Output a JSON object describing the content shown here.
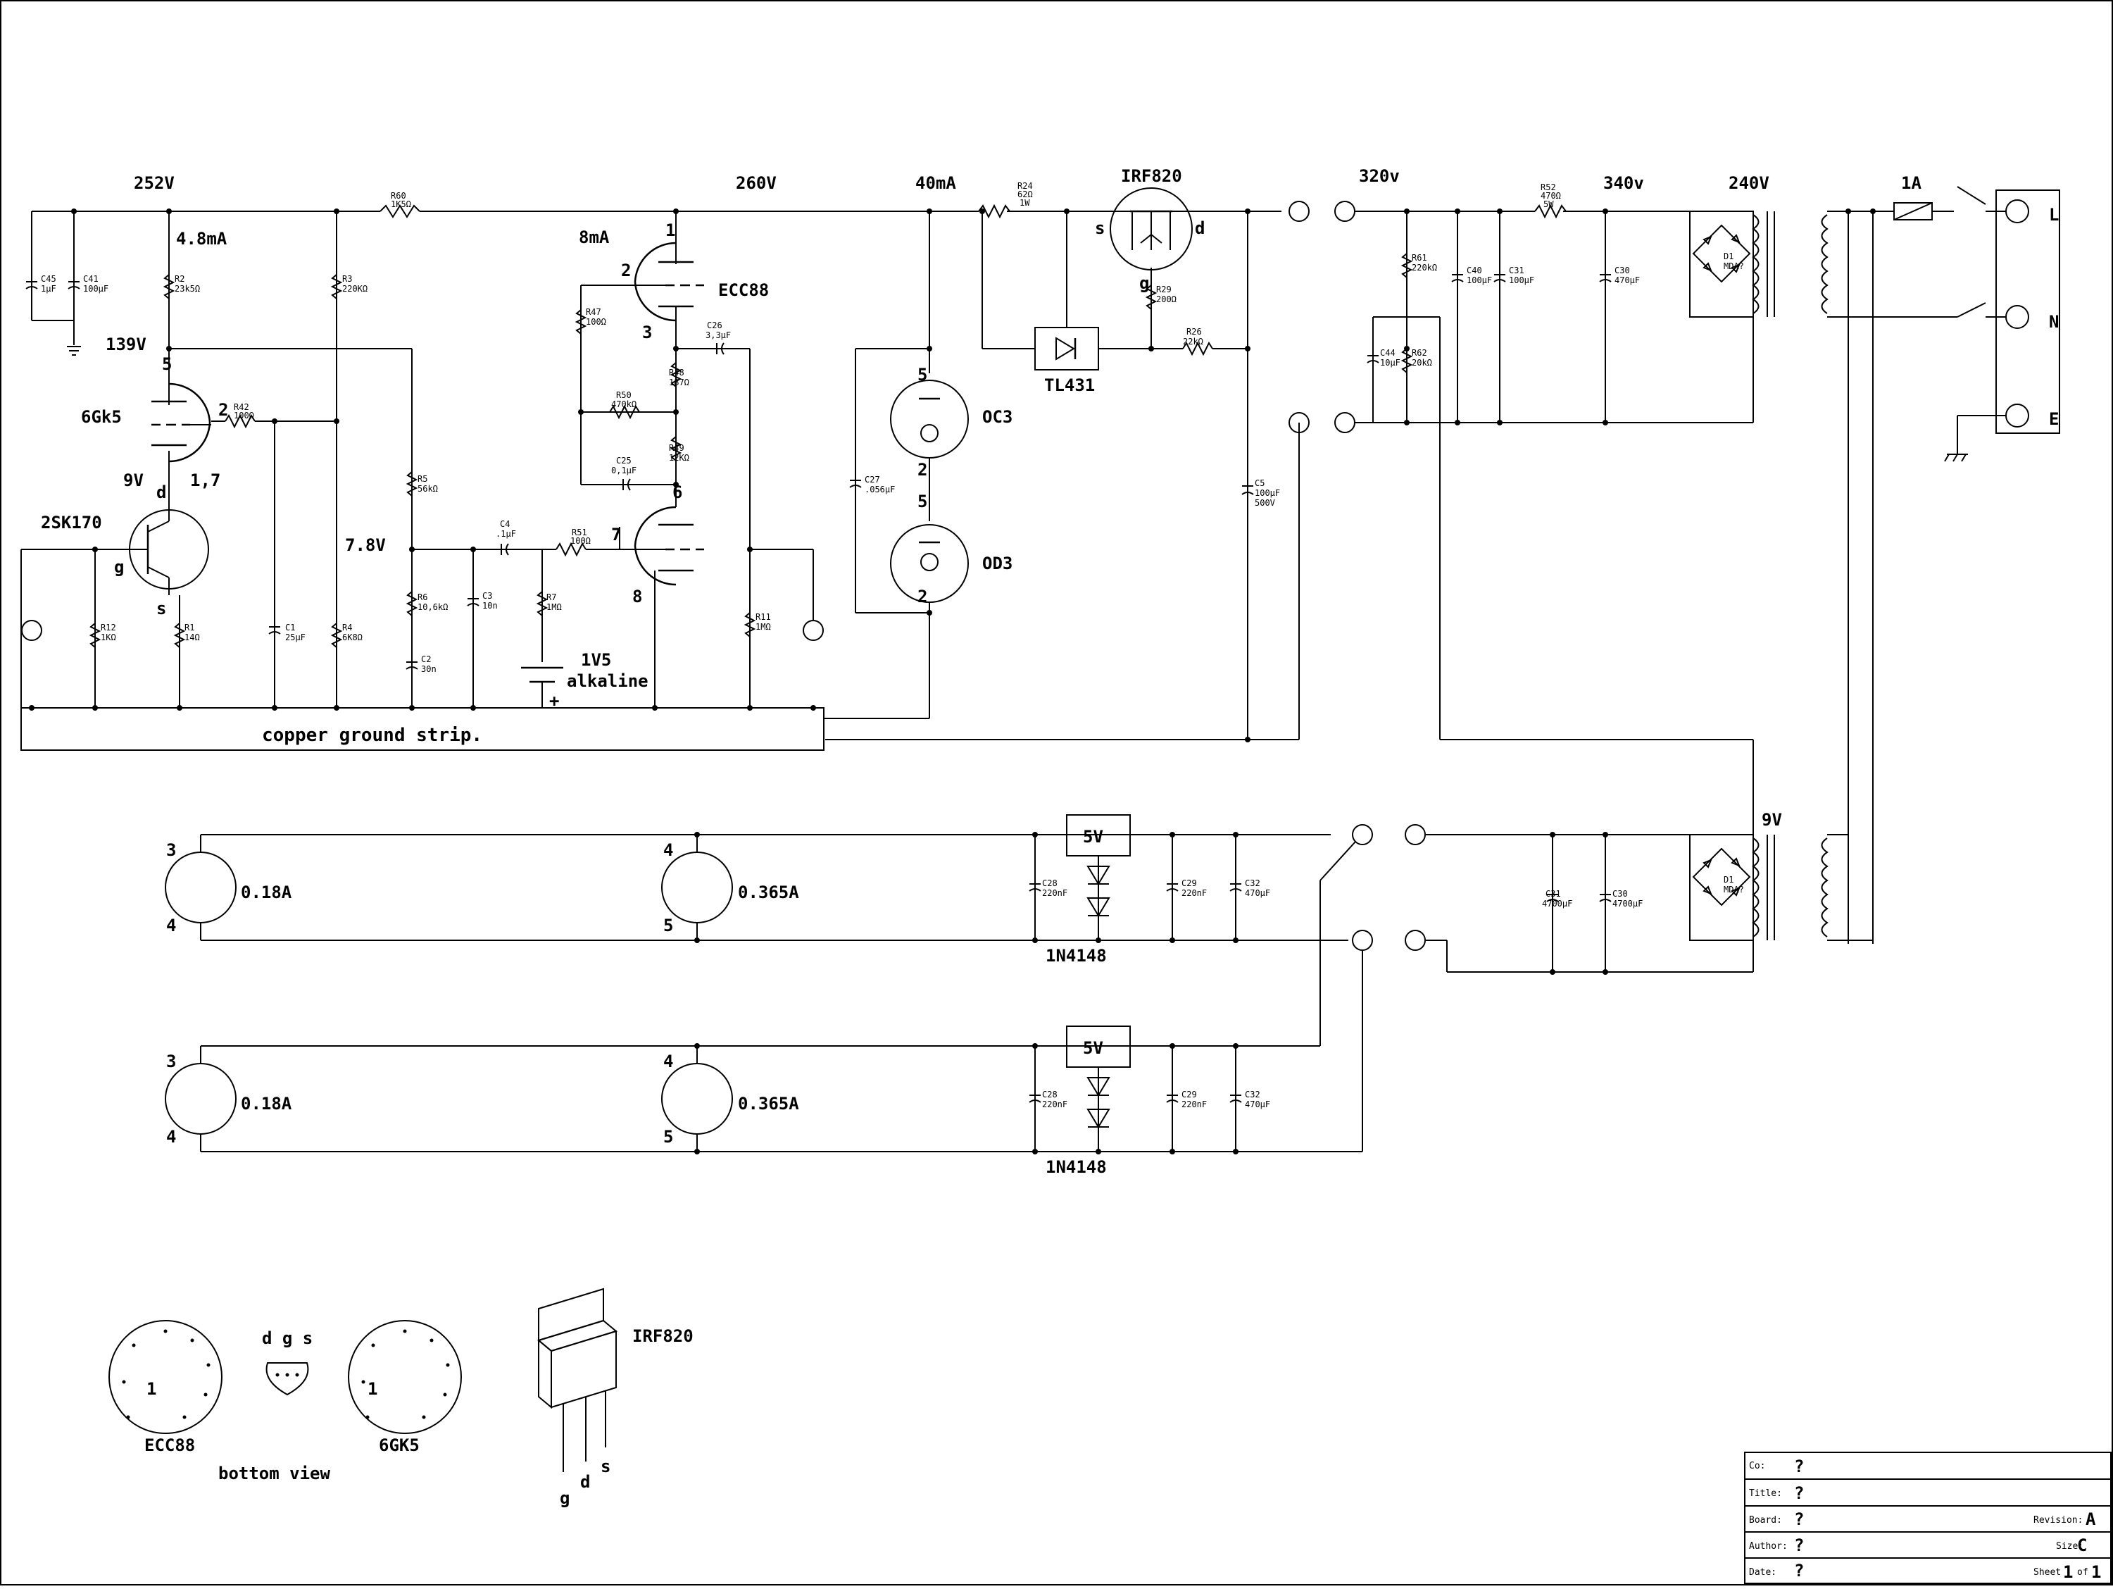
{
  "nodes": {
    "v252": "252V",
    "v260": "260V",
    "ma40": "40mA",
    "v320": "320v",
    "v340": "340v",
    "v240": "240V",
    "a1": "1A",
    "ma4_8": "4.8mA",
    "v139": "139V",
    "ma8": "8mA",
    "v9": "9V",
    "v1_7": "1,7",
    "v7_8": "7.8V",
    "sec9v": "9V"
  },
  "tubes": {
    "g6gk5": "6Gk5",
    "ecc88": "ECC88",
    "oc3": "OC3",
    "od3": "OD3",
    "jfet": "2SK170",
    "mosfet": "IRF820",
    "tl431": "TL431",
    "battery": "1V5",
    "battery2": "alkaline"
  },
  "pins": {
    "p5": "5",
    "p2": "2",
    "p1": "1",
    "p3": "3",
    "p6": "6",
    "p7": "7",
    "p8": "8",
    "d": "d",
    "g": "g",
    "s": "s",
    "plus": "+",
    "oc3a": "5",
    "oc3b": "2",
    "od3a": "5",
    "od3b": "2",
    "irf_s": "s",
    "irf_d": "d",
    "irf_g": "g"
  },
  "terminals": {
    "L": "L",
    "N": "N",
    "E": "E"
  },
  "ground_strip": "copper ground strip.",
  "heater": {
    "row1": {
      "p3": "3",
      "p4": "4",
      "a1": "0.18A",
      "p4b": "4",
      "p5b": "5",
      "a2": "0.365A",
      "reg": "5V",
      "diode": "1N4148"
    },
    "row2": {
      "p3": "3",
      "p4": "4",
      "a1": "0.18A",
      "p4b": "4",
      "p5b": "5",
      "a2": "0.365A",
      "reg": "5V",
      "diode": "1N4148"
    }
  },
  "components": {
    "c45": "C45",
    "c45v": "1µF",
    "c41": "C41",
    "c41v": "100µF",
    "r2": "R2",
    "r2v": "23k5Ω",
    "r3": "R3",
    "r3v": "220KΩ",
    "r60": "R60",
    "r60v": "1K5Ω",
    "r42": "R42",
    "r42v": "100Ω",
    "r5": "R5",
    "r5v": "56kΩ",
    "r6": "R6",
    "r6v": "10,6kΩ",
    "c2": "C2",
    "c2v": "30n",
    "c3": "C3",
    "c3v": "10n",
    "c4": "C4",
    "c4v": ".1µF",
    "r51": "R51",
    "r51v": "100Ω",
    "r7": "R7",
    "r7v": "1MΩ",
    "r12": "R12",
    "r12v": "1KΩ",
    "r1": "R1",
    "r1v": "14Ω",
    "c1": "C1",
    "c1v": "25µF",
    "r4": "R4",
    "r4v": "6K8Ω",
    "r47": "R47",
    "r47v": "100Ω",
    "r48": "R48",
    "r48v": "187Ω",
    "r50": "R50",
    "r50v": "470kΩ",
    "c25": "C25",
    "c25v": "0,1µF",
    "r49": "R49",
    "r49v": "12KΩ",
    "c26": "C26",
    "c26v": "3,3µF",
    "r11": "R11",
    "r11v": "1MΩ",
    "c27": "C27",
    "c27v": ".056µF",
    "r24": "R24",
    "r24v": "62Ω",
    "r24w": "1W",
    "r29": "R29",
    "r29v": "200Ω",
    "r26": "R26",
    "r26v": "22kΩ",
    "c5": "C5",
    "c5v": "100µF",
    "c5w": "500V",
    "r61": "R61",
    "r61v": "220kΩ",
    "r62": "R62",
    "r62v": "20kΩ",
    "c44": "C44",
    "c44v": "10µF",
    "c40": "C40",
    "c40v": "100µF",
    "c31": "C31",
    "c31v": "100µF",
    "r52": "R52",
    "r52v": "470Ω",
    "r52w": "5W",
    "c30": "C30",
    "c30v": "470µF",
    "d1": "D1",
    "d1v": "MDA?",
    "c28": "C28",
    "c28v": "220nF",
    "c29": "C29",
    "c29v": "220nF",
    "c32": "C32",
    "c32v": "470µF",
    "c31b": "C31",
    "c31bv": "4700µF",
    "c30b": "C30",
    "c30bv": "4700µF"
  },
  "legend": {
    "ecc88": "ECC88",
    "g6gk5": "6GK5",
    "bottom_view": "bottom view",
    "dgs": "d g s",
    "irf820": "IRF820",
    "pin1": "1",
    "g": "g",
    "d": "d",
    "s": "s"
  },
  "title_block": {
    "co_label": "Co:",
    "co": "?",
    "title_label": "Title:",
    "title": "?",
    "board_label": "Board:",
    "board": "?",
    "revision_label": "Revision:",
    "revision": "A",
    "author_label": "Author:",
    "author": "?",
    "size_label": "Size:",
    "size": "C",
    "date_label": "Date:",
    "date": "?",
    "sheet_label": "Sheet",
    "sheet": "1",
    "of_label": "of",
    "of": "1"
  }
}
